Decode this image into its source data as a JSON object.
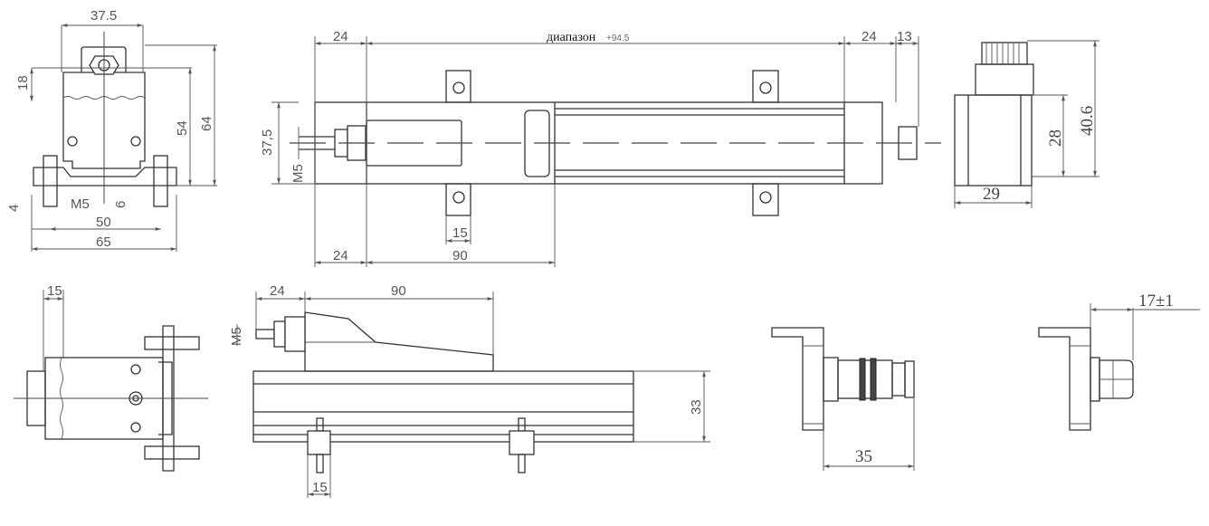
{
  "front_view": {
    "dim_width_top": "37.5",
    "dim_18": "18",
    "dim_54": "54",
    "dim_64": "64",
    "dim_4": "4",
    "dim_m5": "M5",
    "dim_6": "6",
    "dim_50": "50",
    "dim_65": "65"
  },
  "top_view": {
    "dim_left_24": "24",
    "range_label": "диапазон",
    "range_offset": "+94.5",
    "dim_right_24": "24",
    "dim_13": "13",
    "dim_37_5": "37,5",
    "dim_m5": "M5",
    "dim_15": "15",
    "dim_bottom_24": "24",
    "dim_90": "90"
  },
  "connector_view": {
    "dim_40_6": "40.6",
    "dim_28": "28",
    "dim_29": "29"
  },
  "side_view": {
    "dim_15": "15"
  },
  "rail_view": {
    "dim_24": "24",
    "dim_90": "90",
    "dim_m5": "M5",
    "dim_33": "33",
    "dim_15": "15"
  },
  "bracket_views": {
    "dim_35": "35",
    "dim_17": "17±1"
  }
}
